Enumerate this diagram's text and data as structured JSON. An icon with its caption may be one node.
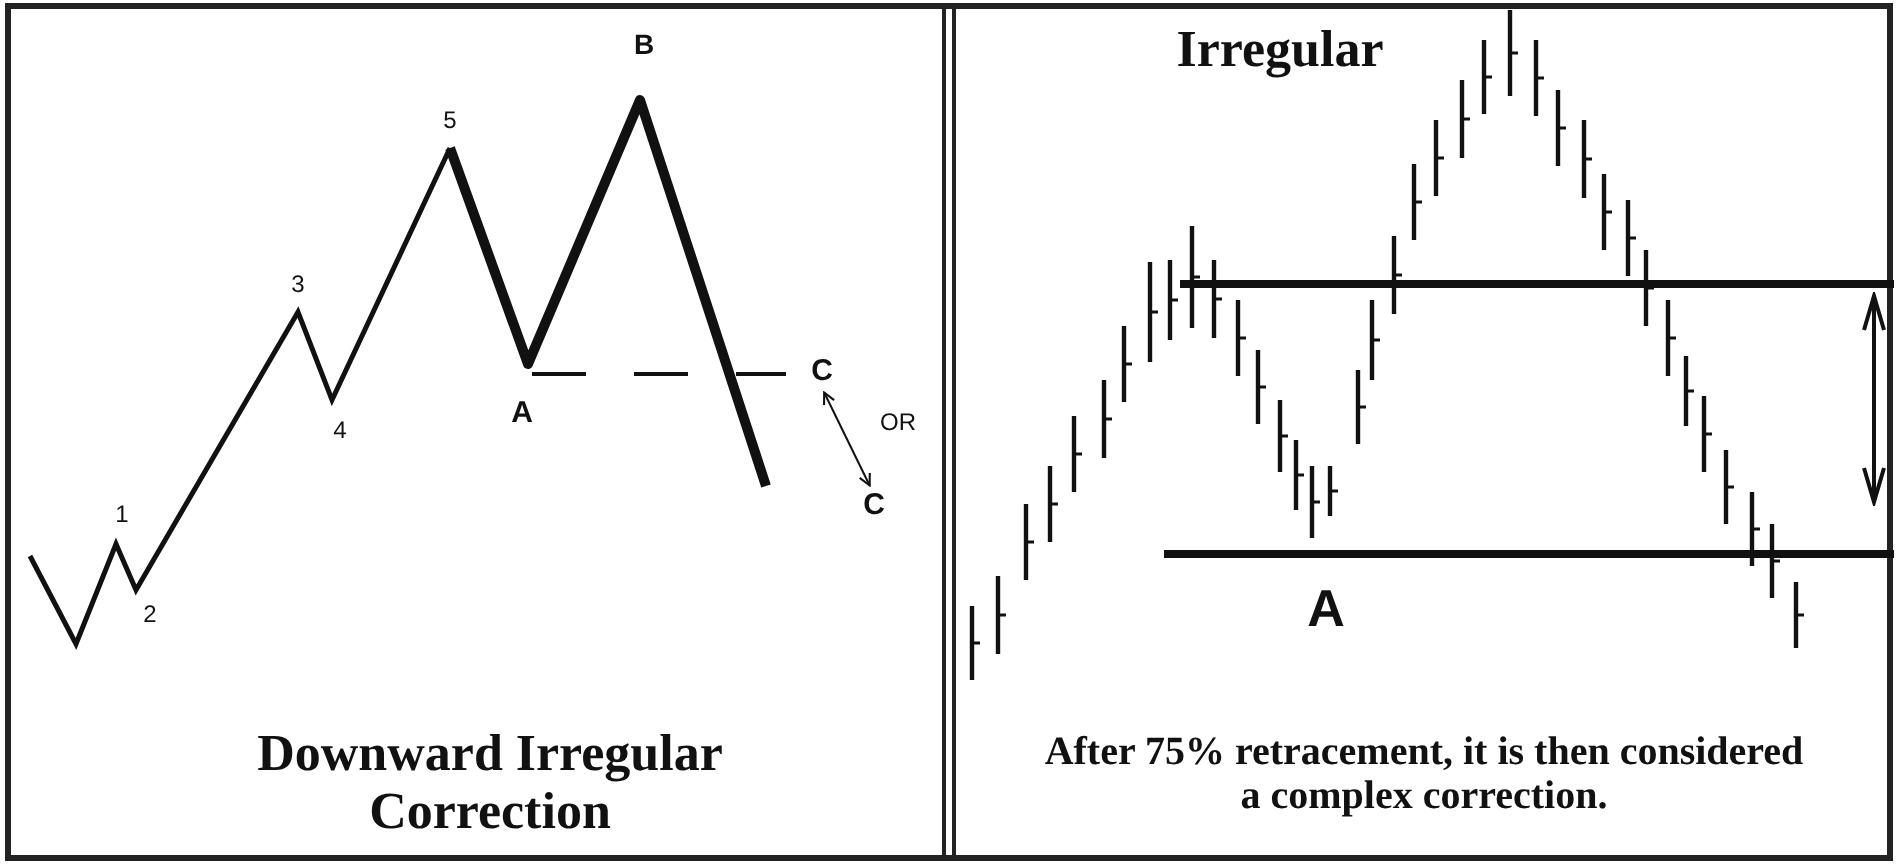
{
  "diagram": {
    "nodes": [
      {
        "text": [
          "C"
        ]
      },
      {
        "text": [
          "C"
        ]
      }
    ],
    "edges": [
      {
        "from": 0,
        "to": 1,
        "arrow": "both"
      }
    ],
    "labels": [
      "B",
      "5",
      "3",
      "OR",
      "4",
      "A",
      "1",
      "2",
      "Downward Irregular Correction",
      "Irregular",
      "A",
      "After 75% retracement, it is then considered a complex correction."
    ]
  }
}
